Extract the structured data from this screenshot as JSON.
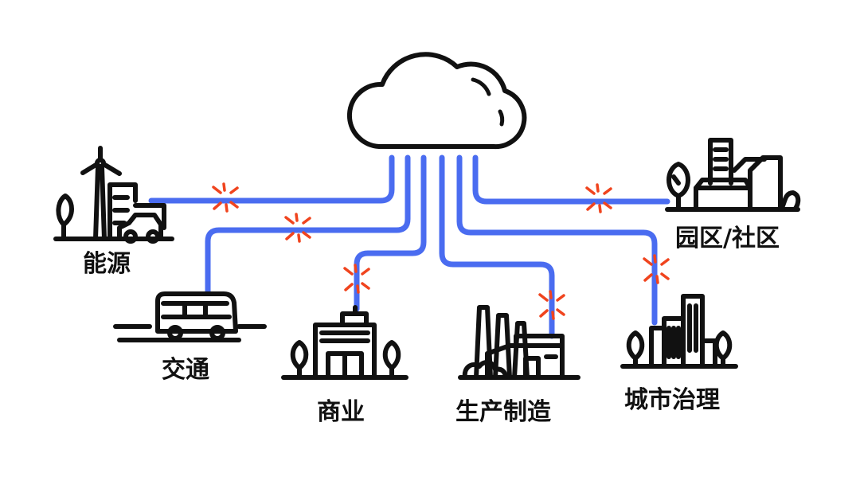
{
  "colors": {
    "line": "#4a6cf0",
    "spark": "#f0441e",
    "ink": "#111111",
    "background": "#ffffff"
  },
  "nodes": [
    {
      "id": "energy",
      "label": "能源",
      "icon": "wind-turbine-buildings-car-icon"
    },
    {
      "id": "transport",
      "label": "交通",
      "icon": "bus-icon"
    },
    {
      "id": "commerce",
      "label": "商业",
      "icon": "store-building-icon"
    },
    {
      "id": "manufacturing",
      "label": "生产制造",
      "icon": "factory-icon"
    },
    {
      "id": "city",
      "label": "城市治理",
      "icon": "city-skyline-icon"
    },
    {
      "id": "park",
      "label": "园区/社区",
      "icon": "park-community-icon"
    }
  ],
  "hub": {
    "icon": "cloud-icon"
  }
}
